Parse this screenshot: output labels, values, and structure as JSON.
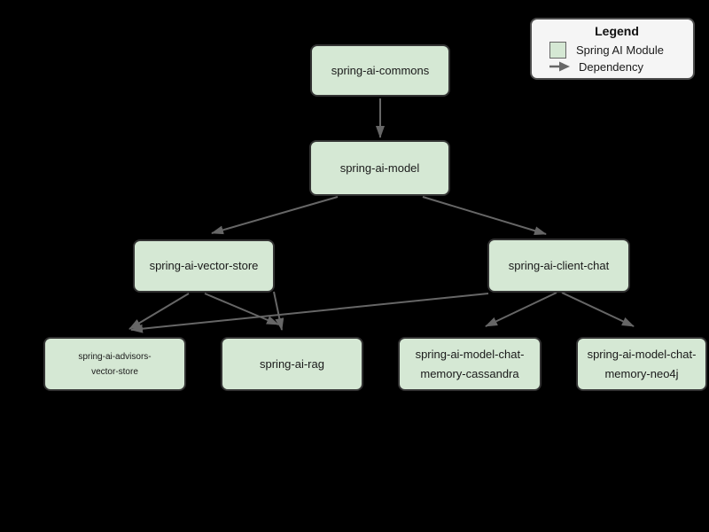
{
  "nodes": {
    "commons": {
      "label": "spring-ai-commons"
    },
    "model": {
      "label": "spring-ai-model"
    },
    "vector_store": {
      "label": "spring-ai-vector-store"
    },
    "client_chat": {
      "label": "spring-ai-client-chat"
    },
    "advisors_vector_store": {
      "line1": "spring-ai-advisors-",
      "line2": "vector-store"
    },
    "rag": {
      "label": "spring-ai-rag"
    },
    "chat_memory_cassandra": {
      "line1": "spring-ai-model-chat-",
      "line2": "memory-cassandra"
    },
    "chat_memory_neo4j": {
      "line1": "spring-ai-model-chat-",
      "line2": "memory-neo4j"
    }
  },
  "edges": [
    {
      "from": "spring-ai-commons",
      "to": "spring-ai-model"
    },
    {
      "from": "spring-ai-model",
      "to": "spring-ai-vector-store"
    },
    {
      "from": "spring-ai-model",
      "to": "spring-ai-client-chat"
    },
    {
      "from": "spring-ai-vector-store",
      "to": "spring-ai-advisors-vector-store"
    },
    {
      "from": "spring-ai-vector-store",
      "to": "spring-ai-rag"
    },
    {
      "from": "spring-ai-vector-store",
      "to": "spring-ai-rag"
    },
    {
      "from": "spring-ai-client-chat",
      "to": "spring-ai-advisors-vector-store"
    },
    {
      "from": "spring-ai-client-chat",
      "to": "spring-ai-model-chat-memory-cassandra"
    },
    {
      "from": "spring-ai-client-chat",
      "to": "spring-ai-model-chat-memory-neo4j"
    }
  ],
  "legend": {
    "title": "Legend",
    "items": [
      {
        "icon": "module-swatch",
        "label": "Spring AI Module"
      },
      {
        "icon": "dependency-arrow",
        "label": "Dependency"
      }
    ]
  },
  "colors": {
    "module_fill": "#d5e8d4",
    "module_border": "#333333",
    "edge": "#666666",
    "legend_fill": "#f5f5f5",
    "background": "#000000",
    "text": "#1a1a1a"
  }
}
